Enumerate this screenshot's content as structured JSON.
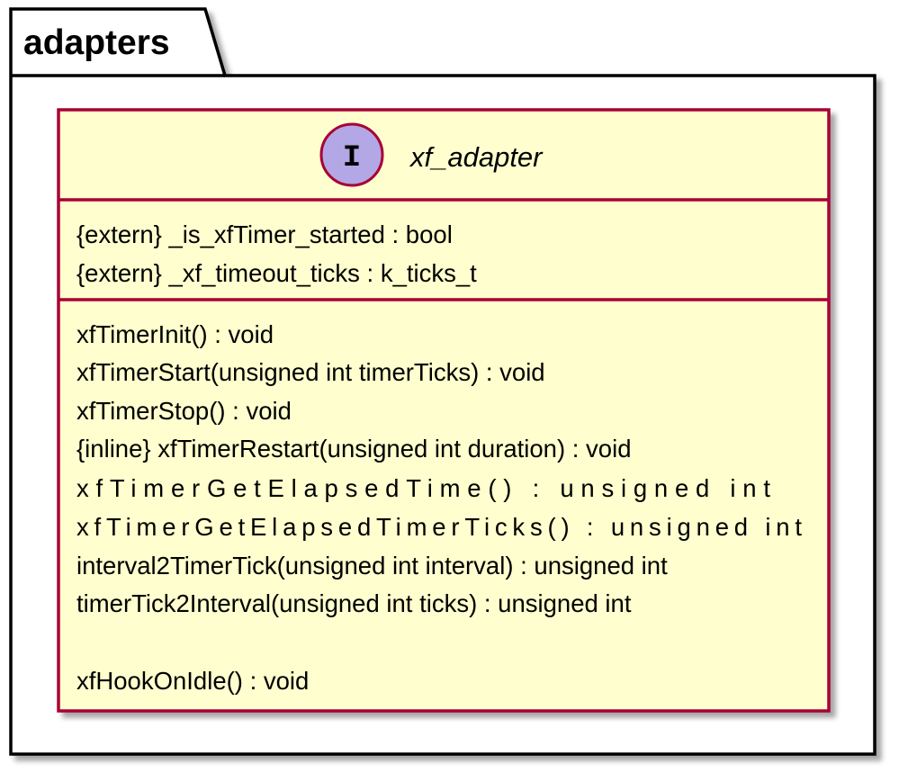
{
  "package": {
    "name": "adapters"
  },
  "class": {
    "name": "xf_adapter",
    "stereotype_letter": "I",
    "kind": "interface",
    "stereotype_color": "#B4A7E5",
    "body_color": "#FEFECE",
    "border_color": "#A80036",
    "attributes": [
      "{extern} _is_xfTimer_started : bool",
      "{extern} _xf_timeout_ticks : k_ticks_t"
    ],
    "methods": [
      "xfTimerInit() : void",
      "xfTimerStart(unsigned int timerTicks) : void",
      "xfTimerStop() : void",
      "{inline} xfTimerRestart(unsigned int duration) : void",
      "xfTimerGetElapsedTime() : unsigned int",
      "xfTimerGetElapsedTimerTicks() : unsigned int",
      "interval2TimerTick(unsigned int interval) : unsigned int",
      "timerTick2Interval(unsigned int ticks) : unsigned int",
      "xfHookOnIdle() : void"
    ]
  }
}
